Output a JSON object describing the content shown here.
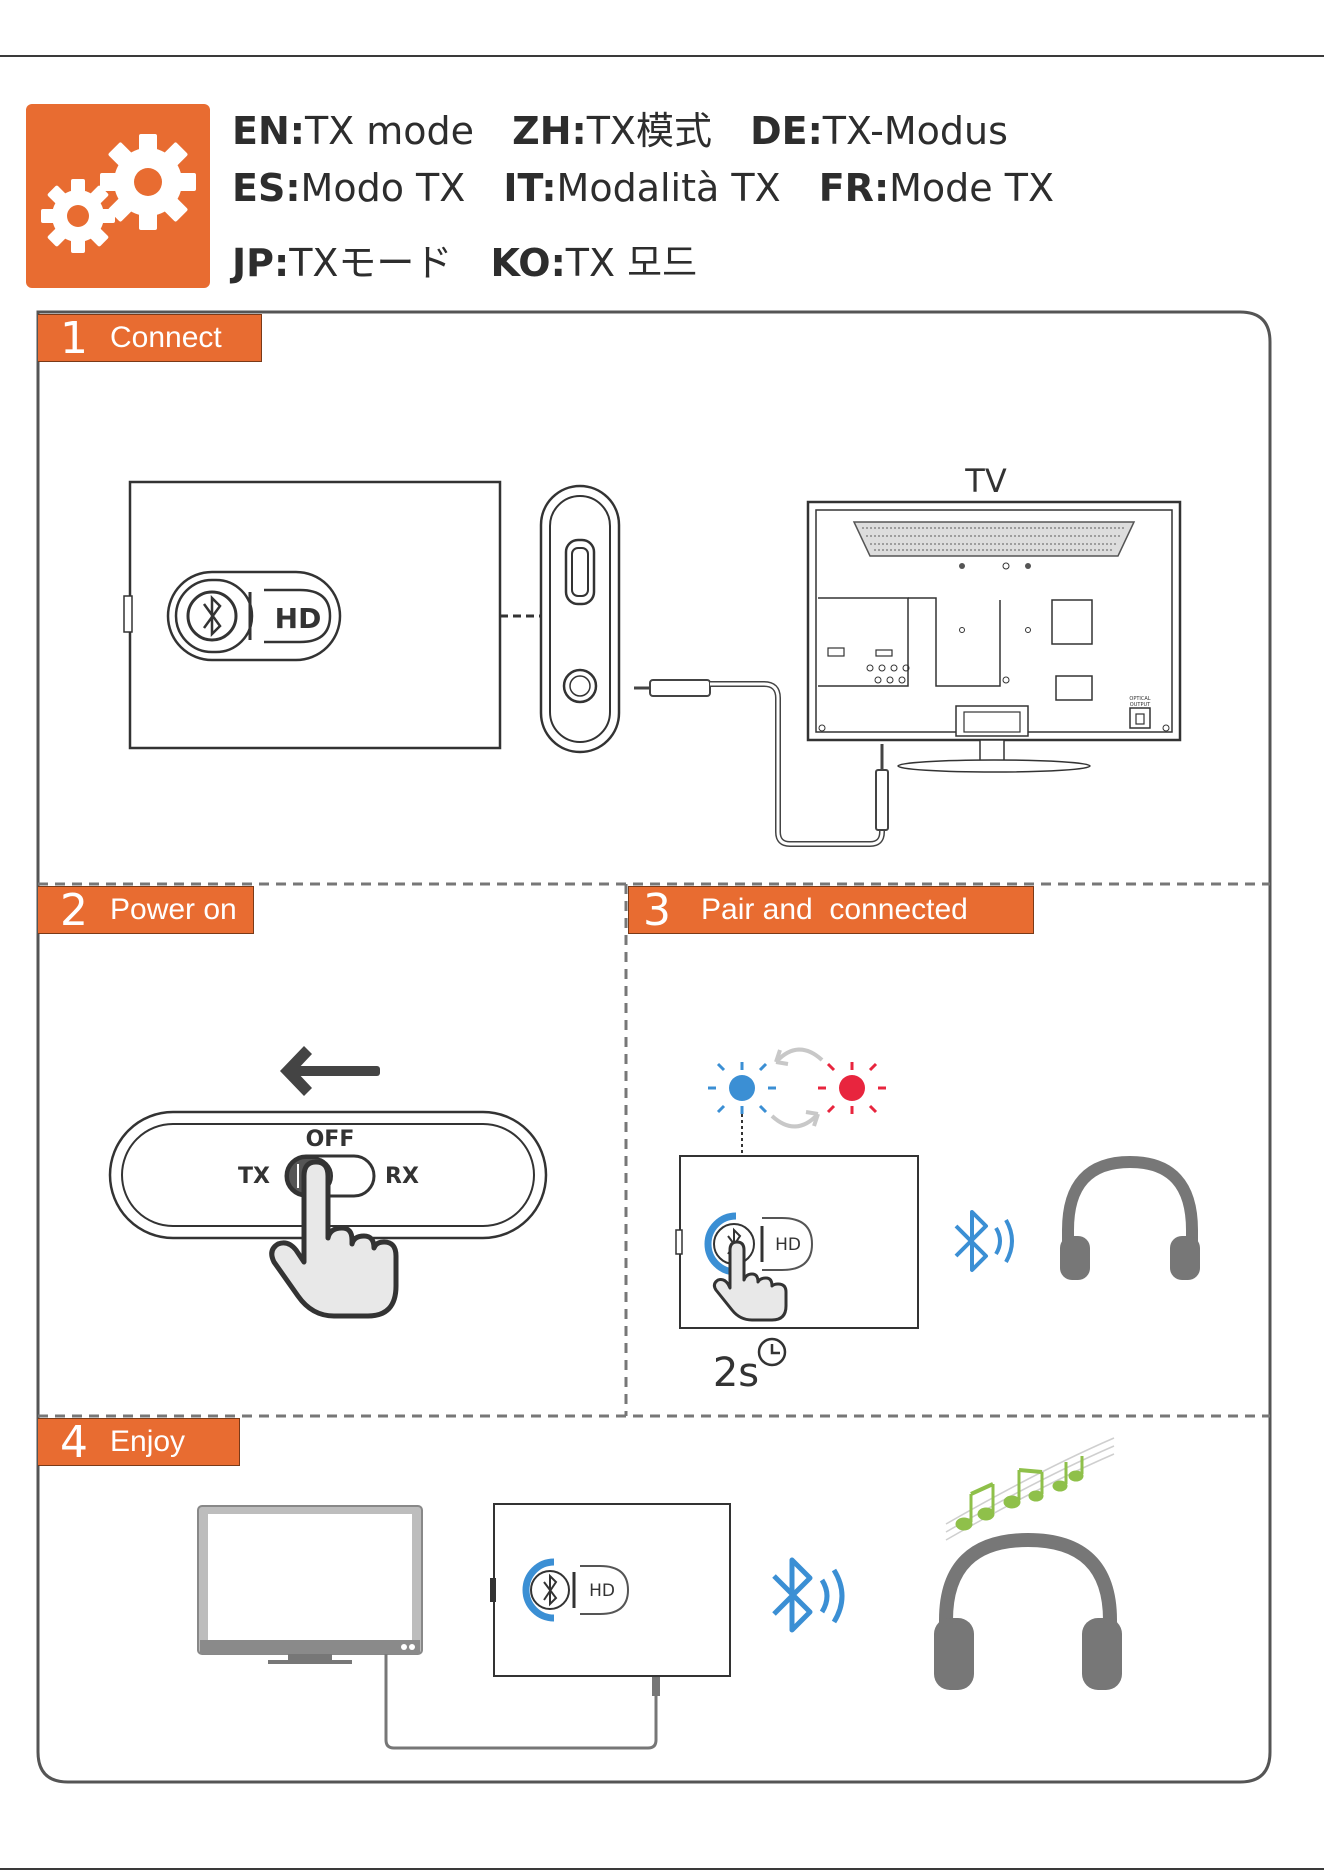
{
  "header": {
    "lines": [
      [
        {
          "code": "EN:",
          "text": "TX mode"
        },
        {
          "code": "ZH:",
          "text": "TX模式"
        },
        {
          "code": "DE:",
          "text": "TX-Modus"
        }
      ],
      [
        {
          "code": "ES:",
          "text": "Modo TX"
        },
        {
          "code": "IT:",
          "text": "Modalità TX"
        },
        {
          "code": "FR:",
          "text": "Mode TX"
        }
      ],
      [
        {
          "code": "JP:",
          "text": "TXモード"
        },
        {
          "code": "KO:",
          "text": "TX 모드"
        }
      ]
    ],
    "icon": "gears-icon"
  },
  "steps": [
    {
      "number": "1",
      "label": "Connect"
    },
    {
      "number": "2",
      "label": "Power on"
    },
    {
      "number": "3",
      "label": "Pair and  connected"
    },
    {
      "number": "4",
      "label": "Enjoy"
    }
  ],
  "step1": {
    "tv_label": "TV",
    "device_button": "HD",
    "optical_label_1": "OPTICAL",
    "optical_label_2": "OUTPUT"
  },
  "step2": {
    "switch_off": "OFF",
    "switch_tx": "TX",
    "switch_rx": "RX"
  },
  "step3": {
    "device_button": "HD",
    "hold_time": "2s"
  },
  "step4": {
    "device_button": "HD"
  },
  "colors": {
    "accent": "#e86c31",
    "bluetooth": "#3b8fd4",
    "led_blue": "#3b8fd4",
    "led_red": "#e8253e",
    "music": "#8fc04a"
  }
}
